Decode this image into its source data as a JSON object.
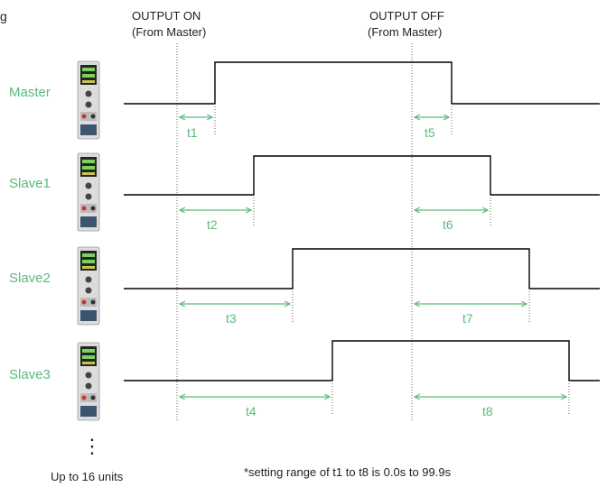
{
  "corner_text": "g",
  "markers": [
    {
      "label_line1": "OUTPUT ON",
      "label_line2": "(From Master)"
    },
    {
      "label_line1": "OUTPUT OFF",
      "label_line2": "(From Master)"
    }
  ],
  "units": [
    {
      "name": "Master",
      "on_delay": "t1",
      "off_delay": "t5"
    },
    {
      "name": "Slave1",
      "on_delay": "t2",
      "off_delay": "t6"
    },
    {
      "name": "Slave2",
      "on_delay": "t3",
      "off_delay": "t7"
    },
    {
      "name": "Slave3",
      "on_delay": "t4",
      "off_delay": "t8"
    }
  ],
  "ellipsis": "⋮",
  "footer_left": "Up to 16 units",
  "footer_right": "*setting  range of t1 to t8 is 0.0s to 99.9s",
  "colors": {
    "unit_label": "#5cba7d",
    "arrow": "#5cba7d",
    "signal": "#000000",
    "text": "#222222",
    "dotted": "#555555"
  }
}
